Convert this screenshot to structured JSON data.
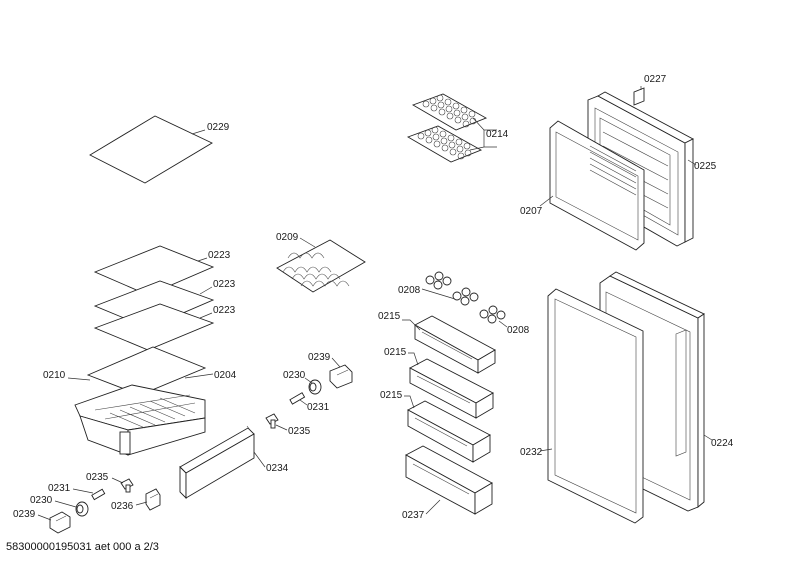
{
  "labels": {
    "l0229": "0229",
    "l0223a": "0223",
    "l0223b": "0223",
    "l0223c": "0223",
    "l0210": "0210",
    "l0204": "0204",
    "l0209": "0209",
    "l0239a": "0239",
    "l0230a": "0230",
    "l0231a": "0231",
    "l0235a": "0235",
    "l0234": "0234",
    "l0235b": "0235",
    "l0231b": "0231",
    "l0230b": "0230",
    "l0236": "0236",
    "l0239b": "0239",
    "l0214": "0214",
    "l0208a": "0208",
    "l0208b": "0208",
    "l0215a": "0215",
    "l0215b": "0215",
    "l0215c": "0215",
    "l0237": "0237",
    "l0227": "0227",
    "l0225": "0225",
    "l0207": "0207",
    "l0232": "0232",
    "l0224": "0224"
  },
  "footer": "58300000195031 aet 000 a 2/3"
}
